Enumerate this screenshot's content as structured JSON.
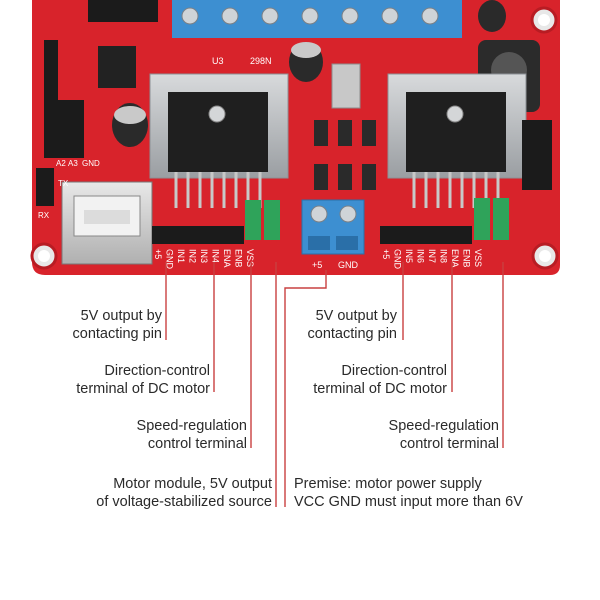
{
  "board": {
    "chip_marks": [
      "U3",
      "298N"
    ],
    "left_pins": [
      "+5",
      "GND",
      "IN1",
      "IN2",
      "IN3",
      "IN4",
      "ENA",
      "ENB",
      "VSS"
    ],
    "right_pins": [
      "+5",
      "GND",
      "IN5",
      "IN6",
      "IN7",
      "IN8",
      "ENA",
      "ENB",
      "VSS"
    ],
    "power_terminal": [
      "+5",
      "GND"
    ],
    "side_labels": [
      "RX",
      "TX",
      "GND",
      "A2",
      "A3"
    ],
    "colors": {
      "pcb": "#d8232b",
      "heatsink": "#bfc2c5",
      "terminal_blue": "#3d8fd1",
      "terminal_green": "#2fa35a",
      "callout_line": "#c94040"
    }
  },
  "callouts": {
    "left": [
      {
        "line1": "5V output by",
        "line2": "contacting pin"
      },
      {
        "line1": "Direction-control",
        "line2": "terminal of DC motor"
      },
      {
        "line1": "Speed-regulation",
        "line2": "control terminal"
      },
      {
        "line1": "Motor module, 5V output",
        "line2": "of voltage-stabilized source"
      }
    ],
    "right": [
      {
        "line1": "5V output by",
        "line2": "contacting pin"
      },
      {
        "line1": "Direction-control",
        "line2": "terminal of DC motor"
      },
      {
        "line1": "Speed-regulation",
        "line2": "control terminal"
      },
      {
        "line1": "Premise: motor power supply",
        "line2": "VCC GND must input more than 6V"
      }
    ]
  }
}
